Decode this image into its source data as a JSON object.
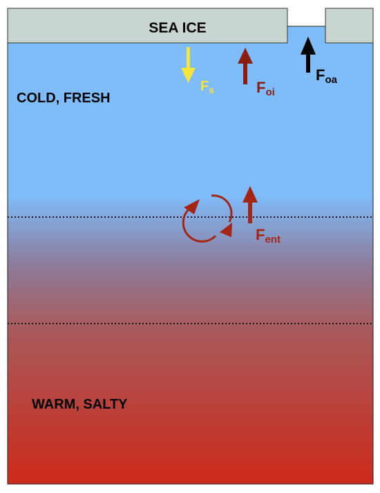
{
  "ice": {
    "label": "SEA ICE",
    "color": "#c8d6cf"
  },
  "layers": {
    "top_label": "COLD, FRESH",
    "bottom_label": "WARM, SALTY",
    "cold_color": "#7fbcfa",
    "warm_color": "#cc2a1a"
  },
  "fluxes": {
    "fs": {
      "base": "F",
      "sub": "s",
      "color": "#f5e43a",
      "direction": "down"
    },
    "foi": {
      "base": "F",
      "sub": "oi",
      "color": "#8b1e0f",
      "direction": "up"
    },
    "foa": {
      "base": "F",
      "sub": "oa",
      "color": "#000000",
      "direction": "up"
    },
    "fent": {
      "base": "F",
      "sub": "ent",
      "color": "#a52514",
      "direction": "up"
    }
  },
  "mixing": {
    "icon": "circular-mixing-arrows",
    "color": "#a52514"
  },
  "boundaries": {
    "style": "dotted",
    "count": 2
  }
}
